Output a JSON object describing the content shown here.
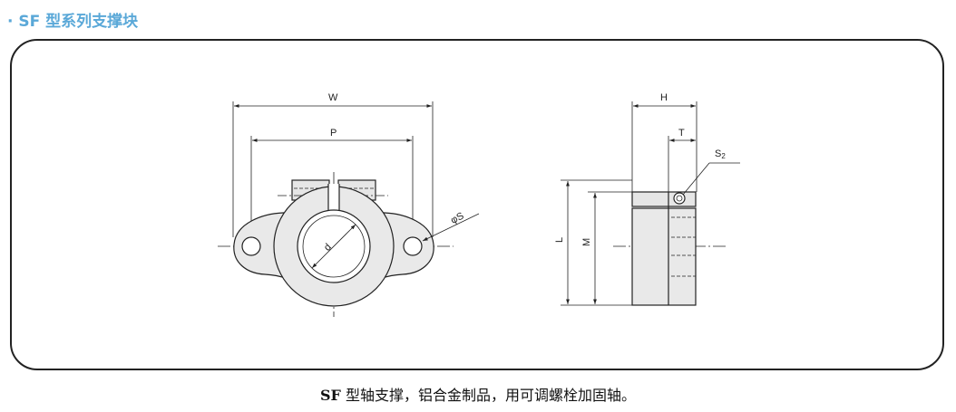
{
  "heading": {
    "bullet": "·",
    "text": "SF 型系列支撑块"
  },
  "drawing": {
    "front_view": {
      "labels": {
        "width": "W",
        "pitch": "P",
        "bore": "d",
        "hole": "φS"
      }
    },
    "side_view": {
      "labels": {
        "height_h": "H",
        "thickness": "T",
        "screw": "S",
        "screw_sub": "2",
        "length": "L",
        "mount": "M"
      }
    }
  },
  "caption": {
    "lead": "SF",
    "text": " 型轴支撑，铝合金制品，用可调螺栓加固轴。"
  }
}
